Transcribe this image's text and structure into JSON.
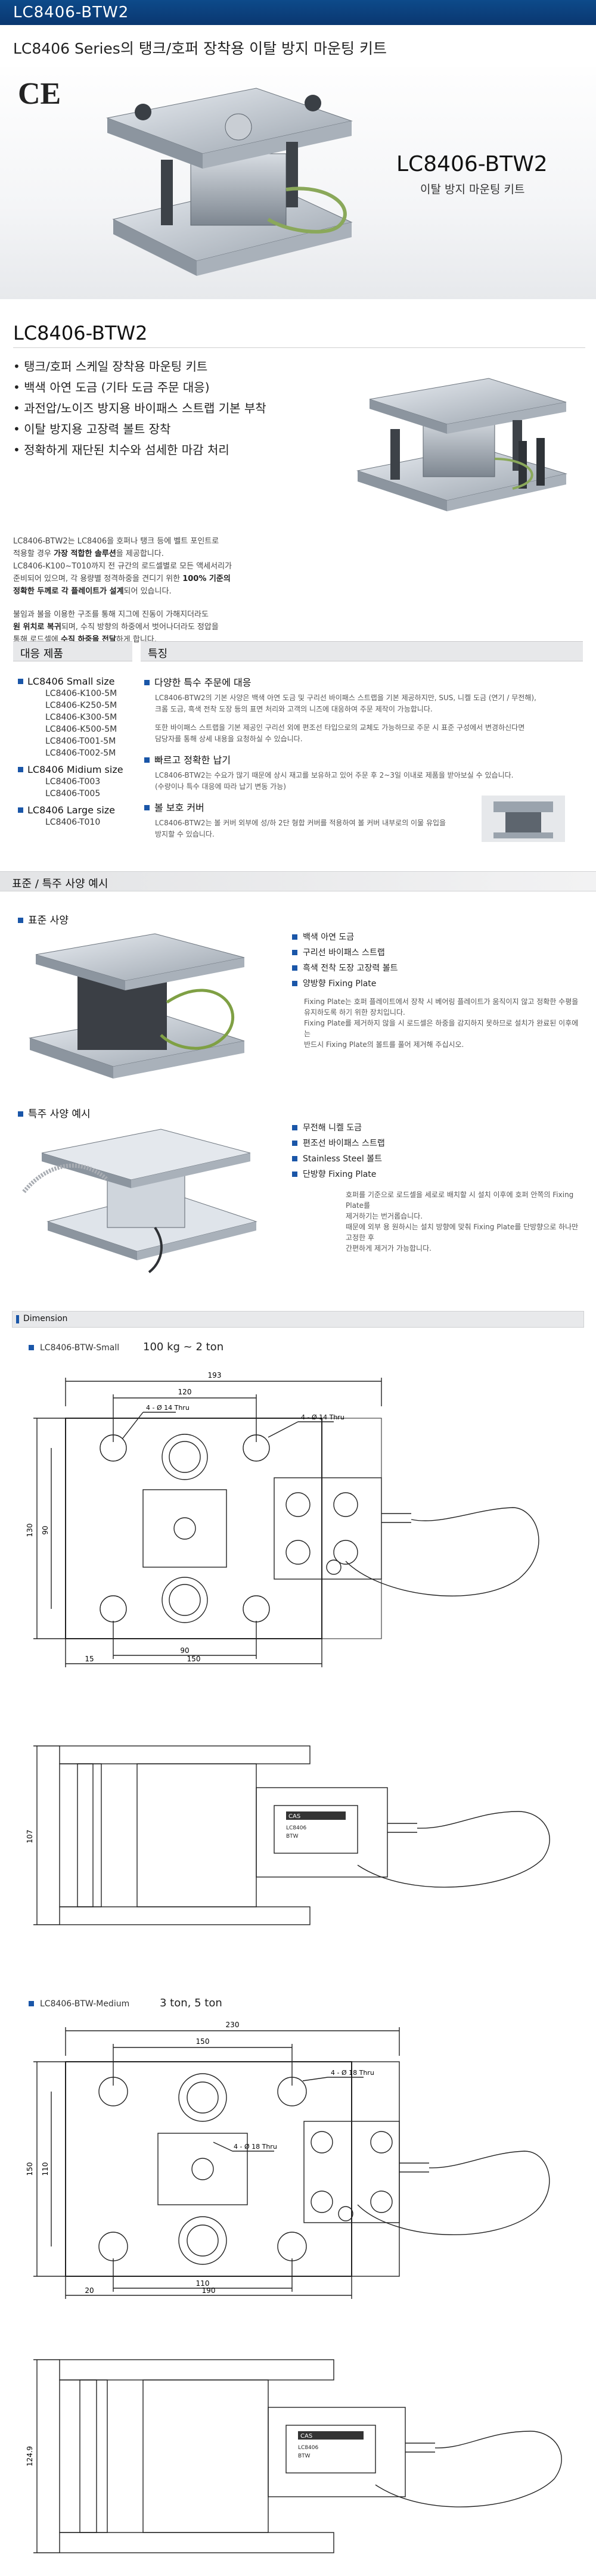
{
  "header": {
    "model": "LC8406-BTW2",
    "subtitle": "LC8406 Series의 탱크/호퍼 장착용 이탈 방지 마운팅 키트"
  },
  "hero": {
    "cert_mark": "CE",
    "model": "LC8406-BTW2",
    "desc": "이탈 방지 마운팅 키트"
  },
  "section": {
    "title": "LC8406-BTW2"
  },
  "features": [
    "탱크/호퍼 스케일 장착용 마운팅 키트",
    "백색 아연 도금 (기타 도금 주문 대응)",
    "과전압/노이즈 방지용 바이패스 스트랩 기본 부착",
    "이탈 방지용 고장력 볼트 장착",
    "정확하게 재단된 치수와 섬세한 마감 처리"
  ],
  "intro": {
    "p1": "LC8406-BTW2는 LC8406을 호퍼나 탱크 등에 벨트 포인트로",
    "p1b_pre": "적용할 경우 ",
    "p1b_bold": "가장 적합한 솔루션",
    "p1b_post": "을 제공합니다.",
    "p1c": "LC8406-K100~T010까지 전 규간의 로드셀별로 모든 액세서리가",
    "p1d_pre": "준비되어 있으며, 각 용량별 정격하중을 견디기 위한 ",
    "p1d_bold": "100% 기준의",
    "p1e_bold": "정확한 두께로 각 플레이트가 설계",
    "p1e_post": "되어 있습니다.",
    "p2a": "불임과 볼을 이용한 구조를 통해 지그에 진동이 가해지더라도",
    "p2b_bold": "원 위치로 복귀",
    "p2b_post": "되며, 수직 방향의 하중에서 벗어나더라도 정압을",
    "p2c_pre": "통해 로드셀에 ",
    "p2c_bold": "수직 하중을 전달",
    "p2c_post": "하게 합니다."
  },
  "products": {
    "header": "대응 제품",
    "groups": [
      {
        "title": "LC8406 Small size",
        "items": [
          "LC8406-K100-5M",
          "LC8406-K250-5M",
          "LC8406-K300-5M",
          "LC8406-K500-5M",
          "LC8406-T001-5M",
          "LC8406-T002-5M"
        ]
      },
      {
        "title": "LC8406 Midium size",
        "items": [
          "LC8406-T003",
          "LC8406-T005"
        ]
      },
      {
        "title": "LC8406 Large size",
        "items": [
          "LC8406-T010"
        ]
      }
    ]
  },
  "specialty": {
    "header": "특징",
    "items": [
      {
        "title": "다양한 특수 주문에 대응",
        "desc": [
          "LC8406-BTW2의 기본 사양은 백색 아연 도금 및 구리선 바이패스 스트랩을 기본 제공하지만, SUS, 니켈 도금 (연기 / 무전해),",
          "크롬 도금, 흑색 전착 도장 등의 표면 처리와 고객의 니즈에 대응하여 주문 제작이 가능합니다.",
          "",
          "또한 바이패스 스트랩을 기본 제공인 구리선 외에 편조선 타입으로의 교체도 가능하므로 주문 시 표준 구성에서 변경하신다면",
          "담당자를 통해 상세 내용을 요청하실 수 있습니다."
        ]
      },
      {
        "title": "빠르고 정확한 납기",
        "desc": [
          "LC8406-BTW2는 수요가 많기 때문에 상시 재고를 보유하고 있어 주문 후 2~3일 이내로 제품을 받아보실 수 있습니다.",
          "(수량이나 특수 대응에 따라 납기 변동 가능)"
        ]
      },
      {
        "title": "볼 보호 커버",
        "desc": [
          "LC8406-BTW2는 볼 커버 외부에 성/하 2단 형합 커버를 적용하여 볼 커버 내부로의 이물 유입을",
          "방지할 수 있습니다."
        ]
      }
    ]
  },
  "band_spec": "표준 / 특주 사양 예시",
  "standard": {
    "header": "표준 사양",
    "items": [
      "백색 아연 도금",
      "구리선 바이패스 스트랩",
      "흑색 전착 도장 고장력 볼트",
      "양방향 Fixing Plate"
    ],
    "note": [
      "Fixing Plate는 호퍼 플레이트에서 장착 시 베어링 플레이트가 움직이지 않고 정확한 수평을",
      "유지하도록 하기 위한 장치입니다.",
      "Fixing Plate를 제거하지 않을 시 로드셀은 하중을 감지하지 못하므로 설치가 완료된 이후에는",
      "반드시 Fixing Plate의 볼트를 풀어 제거해 주십시오."
    ]
  },
  "custom": {
    "header": "특주 사양 예시",
    "items": [
      "무전해 니켈 도금",
      "편조선 바이패스 스트랩",
      "Stainless Steel 볼트",
      "단방향 Fixing Plate"
    ],
    "note": [
      "호퍼를 기준으로 로드셀을 세로로 배치할 시 설치 이후에 호퍼 안쪽의 Fixing Plate를",
      "제거하기는 번거롭습니다.",
      "때문에 외부 용 원하시는 설치 방향에 맞춰 Fixing Plate를 단방향으로 하나만 고정한 후",
      "간편하게 제거가 가능합니다."
    ]
  },
  "dimension": {
    "band": "Dimension",
    "small": {
      "label": "LC8406-BTW-Small",
      "range": "100 kg ~ 2 ton",
      "dims": {
        "overall": "193",
        "mid": "120",
        "height": "130",
        "inner": "90",
        "bottom": "90",
        "span": "150",
        "edge": "15",
        "side_h": "107",
        "hole": "4 - Ø 14 Thru"
      }
    },
    "medium": {
      "label": "LC8406-BTW-Medium",
      "range": "3 ton, 5 ton",
      "dims": {
        "overall": "230",
        "mid": "150",
        "height": "150",
        "inner": "110",
        "bottom": "110",
        "span": "190",
        "edge": "20",
        "side_h": "124.9",
        "hole": "4 - Ø 18 Thru"
      }
    }
  },
  "plate": {
    "brand": "CAS",
    "model_a": "LC8406",
    "model_b": "BTW"
  },
  "colors": {
    "brand": "#0d4a8a",
    "accent": "#1a56a8",
    "steel": "#b9c0c9",
    "dark": "#3a3d42"
  }
}
